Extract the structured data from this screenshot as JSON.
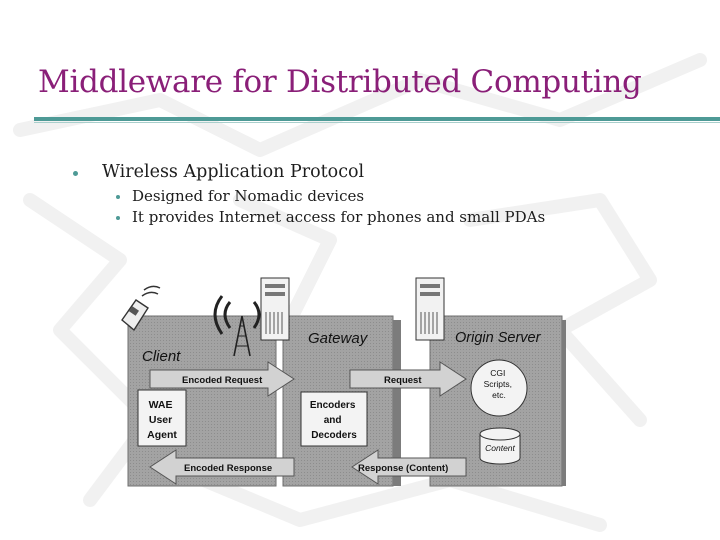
{
  "slide": {
    "title": "Middleware for Distributed Computing"
  },
  "bullets": {
    "main": "Wireless Application Protocol",
    "subs": [
      "Designed for Nomadic devices",
      "It provides Internet access for phones and small PDAs"
    ]
  },
  "diagram": {
    "client_label": "Client",
    "gateway_label": "Gateway",
    "origin_label": "Origin Server",
    "encoded_request": "Encoded Request",
    "request": "Request",
    "encoded_response": "Encoded Response",
    "response_content": "Response (Content)",
    "wae_line1": "WAE",
    "wae_line2": "User",
    "wae_line3": "Agent",
    "enc_line1": "Encoders",
    "enc_line2": "and",
    "enc_line3": "Decoders",
    "cgi_line1": "CGI",
    "cgi_line2": "Scripts,",
    "cgi_line3": "etc.",
    "content_label": "Content"
  },
  "colors": {
    "title": "#8a1f78",
    "accent": "#4e9a96",
    "panel": "#a3a3a3"
  }
}
